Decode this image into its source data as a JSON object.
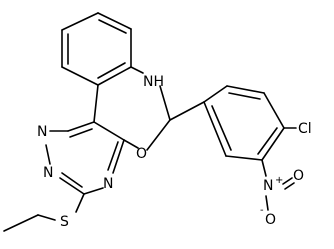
{
  "molecule": {
    "atoms": {
      "nh": "NH",
      "o_ring": "O",
      "n_a": "N",
      "n_b": "N",
      "n_c": "N",
      "s": "S",
      "cl": "Cl",
      "n_nitro": "N",
      "n_nitro_plus": "+",
      "o_nitro_top": "O",
      "o_nitro_right": "O",
      "o_nitro_right_minus": "-"
    }
  }
}
